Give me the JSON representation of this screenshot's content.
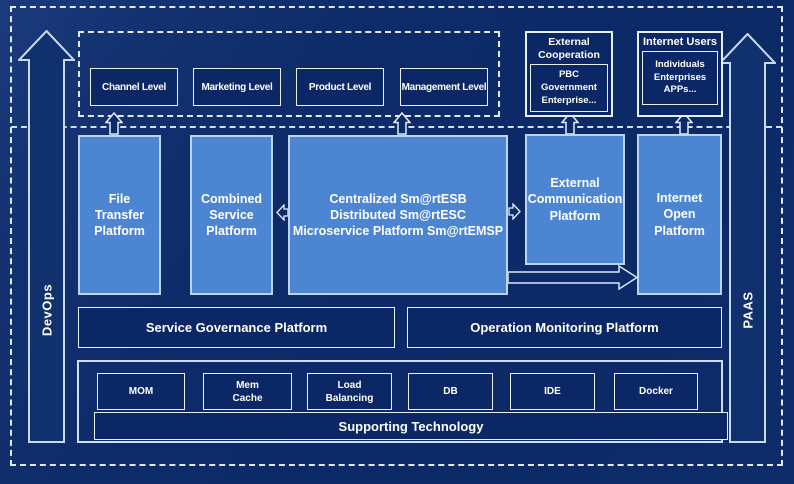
{
  "rails": {
    "devops_label": "DevOps",
    "paas_label": "PAAS"
  },
  "levels": {
    "items": [
      "Channel Level",
      "Marketing Level",
      "Product Level",
      "Management Level"
    ]
  },
  "external_cooperation": {
    "title": "External\nCooperation",
    "body": "PBC Government\nEnterprise..."
  },
  "internet_users": {
    "title": "Internet Users",
    "body": "Individuals\nEnterprises\nAPPs..."
  },
  "platforms": {
    "file_transfer": "File\nTransfer\nPlatform",
    "combined_service": "Combined\nService\nPlatform",
    "esb": "Centralized Sm@rtESB\nDistributed Sm@rtESC\nMicroservice Platform Sm@rtEMSP",
    "external_communication": "External\nCommunication\nPlatform",
    "internet_open": "Internet\nOpen\nPlatform"
  },
  "governance": {
    "service_governance": "Service Governance Platform",
    "operation_monitoring": "Operation Monitoring Platform"
  },
  "technology": {
    "items": [
      "MOM",
      "Mem\nCache",
      "Load\nBalancing",
      "DB",
      "IDE",
      "Docker"
    ],
    "supporting_label": "Supporting Technology"
  },
  "colors": {
    "background": "#0d2b68",
    "platform_blue": "#4c86d3",
    "light_border": "#dce8f7",
    "text": "#ffffff"
  }
}
